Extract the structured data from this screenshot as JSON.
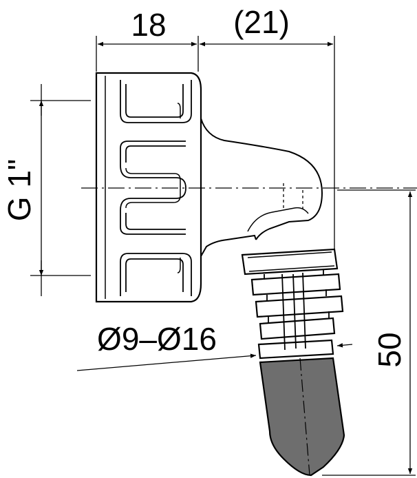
{
  "dimensions": {
    "width_label": "18",
    "offset_label": "(21)",
    "thread_label": "G 1\"",
    "hose_label": "Ø9–Ø16",
    "height_label": "50"
  },
  "colors": {
    "line": "#000000",
    "hose_fill": "#6e6e6e",
    "background": "#ffffff"
  }
}
